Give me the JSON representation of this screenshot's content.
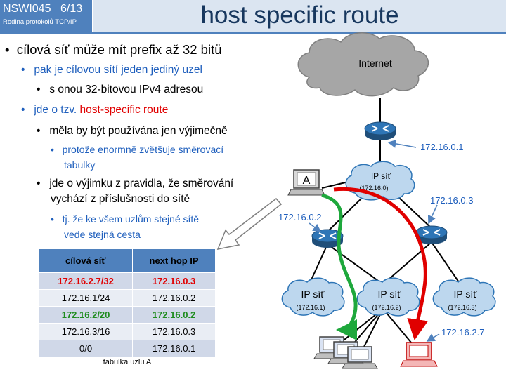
{
  "header": {
    "course_code": "NSWI045",
    "slide_number": "6/13",
    "course_name": "Rodina protokolů TCP/IP",
    "title": "host specific route"
  },
  "bullets": {
    "b1": "cílová síť může mít prefix až 32 bitů",
    "b2": "pak je cílovou sítí jeden jediný uzel",
    "b3": "s onou 32-bitovou IPv4 adresou",
    "b4_prefix": "jde o tzv. ",
    "b4_highlight": "host-specific route",
    "b5": "měla by být používána jen výjimečně",
    "b6_line1": "protože enormně zvětšuje směrovací",
    "b6_line2": "tabulky",
    "b7_line1": "jde o výjimku z pravidla, že směrování",
    "b7_line2": "vychází z příslušnosti do sítě",
    "b8_line1": "tj. že ke všem uzlům stejné sítě",
    "b8_line2": "vede stejná cesta"
  },
  "routing_table": {
    "headers": [
      "cílová síť",
      "next hop IP"
    ],
    "rows": [
      {
        "dest": "172.16.2.7/32",
        "hop": "172.16.0.3",
        "color": "#e00000",
        "bold": true
      },
      {
        "dest": "172.16.1/24",
        "hop": "172.16.0.2",
        "color": "#000000",
        "bold": false
      },
      {
        "dest": "172.16.2/20",
        "hop": "172.16.0.2",
        "color": "#1e8c1e",
        "bold": true
      },
      {
        "dest": "172.16.3/16",
        "hop": "172.16.0.3",
        "color": "#000000",
        "bold": false
      },
      {
        "dest": "0/0",
        "hop": "172.16.0.1",
        "color": "#000000",
        "bold": false
      }
    ],
    "caption": "tabulka uzlu A"
  },
  "network": {
    "internet_label": "Internet",
    "router_ip_1": "172.16.0.1",
    "router_ip_2": "172.16.0.2",
    "router_ip_3": "172.16.0.3",
    "host_a_label": "A",
    "host_ip": "172.16.2.7",
    "ip_net_label": "IP síť",
    "net_0": "(172.16.0)",
    "net_1": "(172.16.1)",
    "net_2": "(172.16.2)",
    "net_3": "(172.16.3)"
  },
  "colors": {
    "accent": "#4f81bd",
    "title_bg": "#dbe5f1",
    "title_text": "#17375e",
    "bullet_blue": "#1f5fbd",
    "highlight_red": "#e00000",
    "path_green": "#1ea83c",
    "path_red": "#e00000",
    "cloud": "#a6a6a6"
  }
}
